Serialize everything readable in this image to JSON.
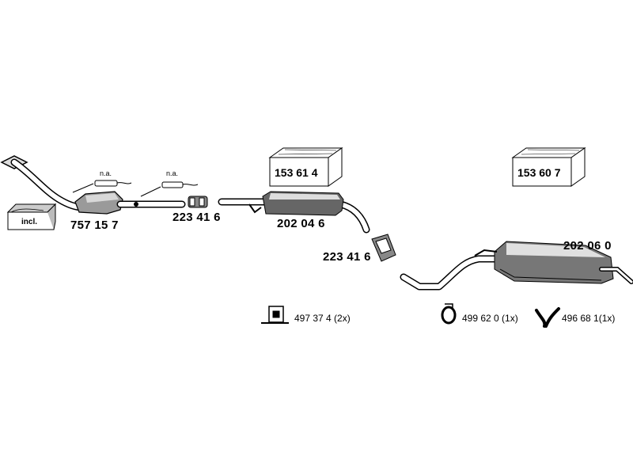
{
  "diagram": {
    "parts": {
      "catalyst": "757 15 7",
      "clamp_front": "223 41 6",
      "middle_silencer": "202 04 6",
      "clamp_rear": "223 41 6",
      "rear_silencer": "202 06 0"
    },
    "kits": {
      "kit_front": "153 61 4",
      "kit_rear": "153 60 7"
    },
    "notes": {
      "sensor_1": "n.a.",
      "sensor_2": "n.a.",
      "included": "incl."
    },
    "accessories": {
      "bracket": "497 37 4 (2x)",
      "ring": "499 62 0 (1x)",
      "hanger": "496 68 1(1x)"
    }
  }
}
